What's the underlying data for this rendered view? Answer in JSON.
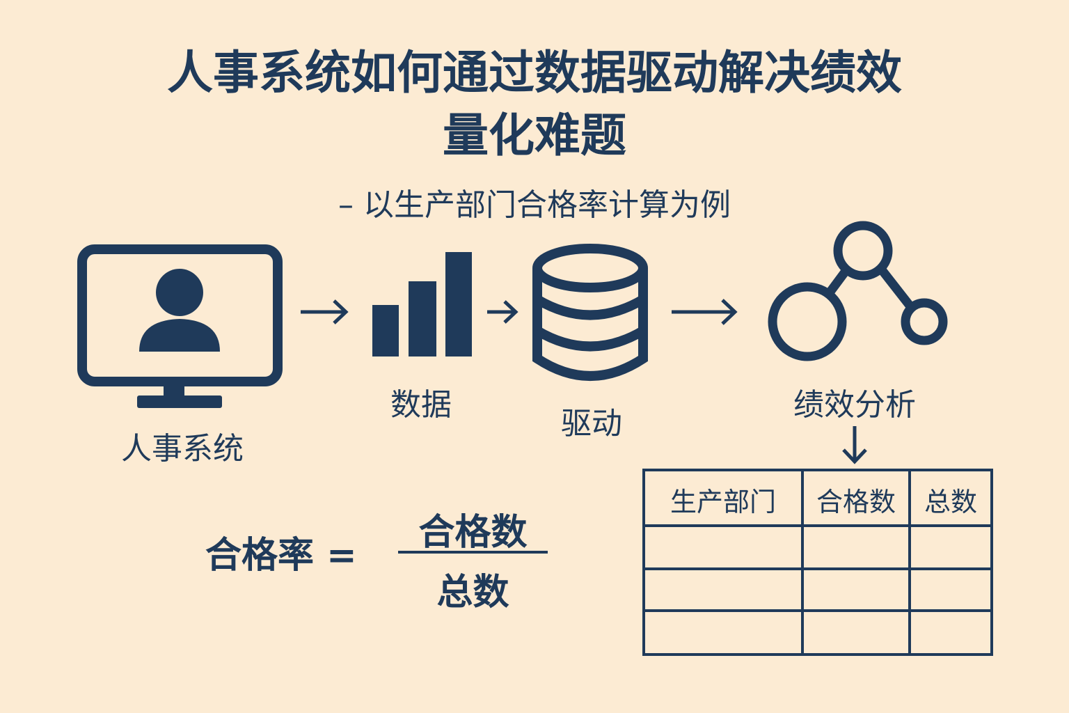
{
  "title": {
    "line1": "人事系统如何通过数据驱动解决绩效",
    "line2": "量化难题"
  },
  "subtitle": "– 以生产部门合格率计算为例",
  "flow": [
    {
      "label": "人事系统",
      "icon": "monitor-user-icon"
    },
    {
      "label": "数据",
      "icon": "bar-chart-icon"
    },
    {
      "label": "驱动",
      "icon": "database-icon"
    },
    {
      "label": "绩效分析",
      "icon": "network-nodes-icon"
    }
  ],
  "formula": {
    "lhs": "合格率 =",
    "numerator": "合格数",
    "denominator": "总数"
  },
  "table": {
    "headers": [
      "生产部门",
      "合格数",
      "总数"
    ],
    "rows": [
      [
        "",
        "",
        ""
      ],
      [
        "",
        "",
        ""
      ],
      [
        "",
        "",
        ""
      ]
    ]
  },
  "colors": {
    "background": "#fcebd3",
    "ink": "#1f3a5a"
  }
}
